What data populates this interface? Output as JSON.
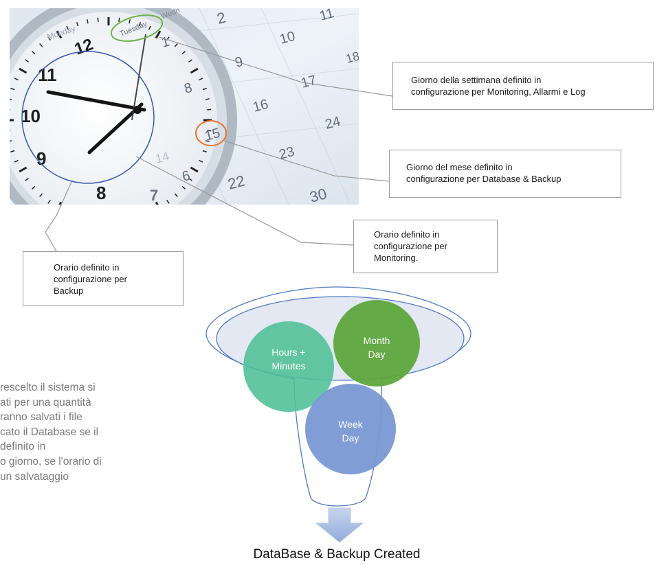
{
  "photo": {
    "weekday_text": "Tuesday",
    "wednesday_text": "Wedn",
    "monday_text": "Monday",
    "clock_numbers": [
      "12",
      "11",
      "10",
      "9",
      "8",
      "7"
    ],
    "calendar_numbers": [
      "2",
      "11",
      "9",
      "10",
      "1",
      "8",
      "17",
      "18",
      "16",
      "15",
      "24",
      "23",
      "14",
      "22",
      "6",
      "30"
    ]
  },
  "callouts": {
    "weekday": [
      "Giorno della settimana definito in",
      "configurazione per Monitoring, Allarmi e Log"
    ],
    "monthday": [
      "Giorno del mese definito in",
      "configurazione per Database & Backup"
    ],
    "monitoring": [
      "Orario definito in",
      "configurazione per",
      "Monitoring."
    ],
    "backup": [
      "Orario definito in",
      "configurazione per",
      "Backup"
    ]
  },
  "funnel": {
    "circles": [
      {
        "lines": [
          "Hours +",
          "Minutes"
        ],
        "color": "#4fbf96"
      },
      {
        "lines": [
          "Month",
          "Day"
        ],
        "color": "#5da63c"
      },
      {
        "lines": [
          "Week",
          "Day"
        ],
        "color": "#7a98d4"
      }
    ],
    "result": "DataBase & Backup Created"
  },
  "body_text": [
    "rescelto il sistema si",
    "ati per una quantità",
    "ranno salvati i file",
    "cato il Database se il",
    " definito in",
    "o giorno, se l'orario di",
    " un salvataggio"
  ],
  "colors": {
    "weekday_marker": "#6cb246",
    "monthday_marker": "#e8732a",
    "clock_marker": "#3457b0",
    "funnel_outline": "#4f79c4",
    "arrow": "#a9bde3"
  }
}
